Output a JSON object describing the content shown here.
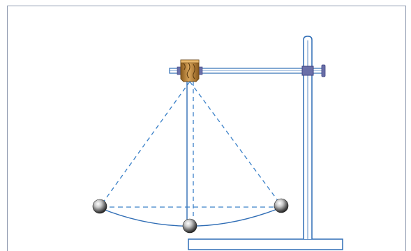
{
  "diagram": {
    "colors": {
      "line": "#2f6db5",
      "dash": "#3a80c8",
      "frame": "#8f9ab0",
      "clamp": "#b8843a",
      "clamp_dark": "#6e4a18",
      "knob": "#6a6fa8",
      "bob_light": "#f4f4f4",
      "bob_dark": "#2a2a2a"
    },
    "icons": [
      "pendulum-bob",
      "suspension-clamp",
      "retort-stand",
      "swing-arc",
      "string-dashed-left",
      "string-dashed-right"
    ]
  }
}
